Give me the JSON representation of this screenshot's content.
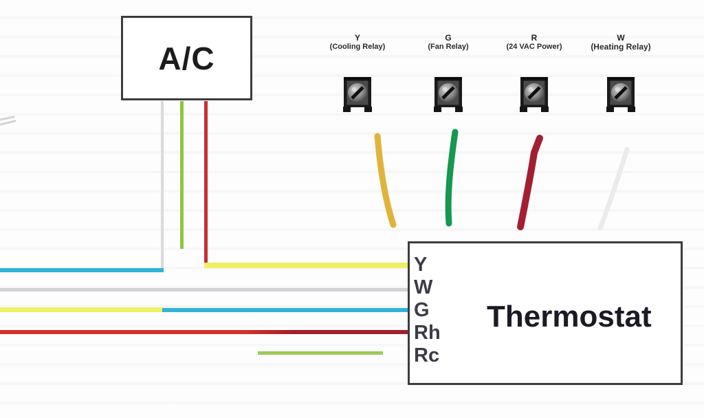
{
  "ac": {
    "label": "A/C"
  },
  "relay_terminals": [
    {
      "letter": "Y",
      "name": "(Cooling Relay)"
    },
    {
      "letter": "G",
      "name": "(Fan Relay)"
    },
    {
      "letter": "R",
      "name": "(24 VAC Power)"
    },
    {
      "letter": "W",
      "name": "(Heating Relay)"
    }
  ],
  "thermostat": {
    "label": "Thermostat",
    "terminals": [
      "Y",
      "W",
      "G",
      "Rh",
      "Rc"
    ]
  },
  "wires": {
    "colors": {
      "yellow": "#eef164",
      "cyan": "#2fb4d8",
      "gray": "#d0d2d6",
      "red_bright": "#d2322b",
      "red_dark": "#a21f2c",
      "red_vertical": "#c62f33",
      "lime_green": "#8dc63f",
      "jumper_green": "#9ccb58",
      "loose_gold": "#e0b43c",
      "loose_green": "#159850",
      "loose_dark_red": "#a41e31",
      "loose_white": "#ebebed",
      "rh_rc_jumper_arc": "#d2312b",
      "box_border": "#3c3c3c"
    }
  }
}
